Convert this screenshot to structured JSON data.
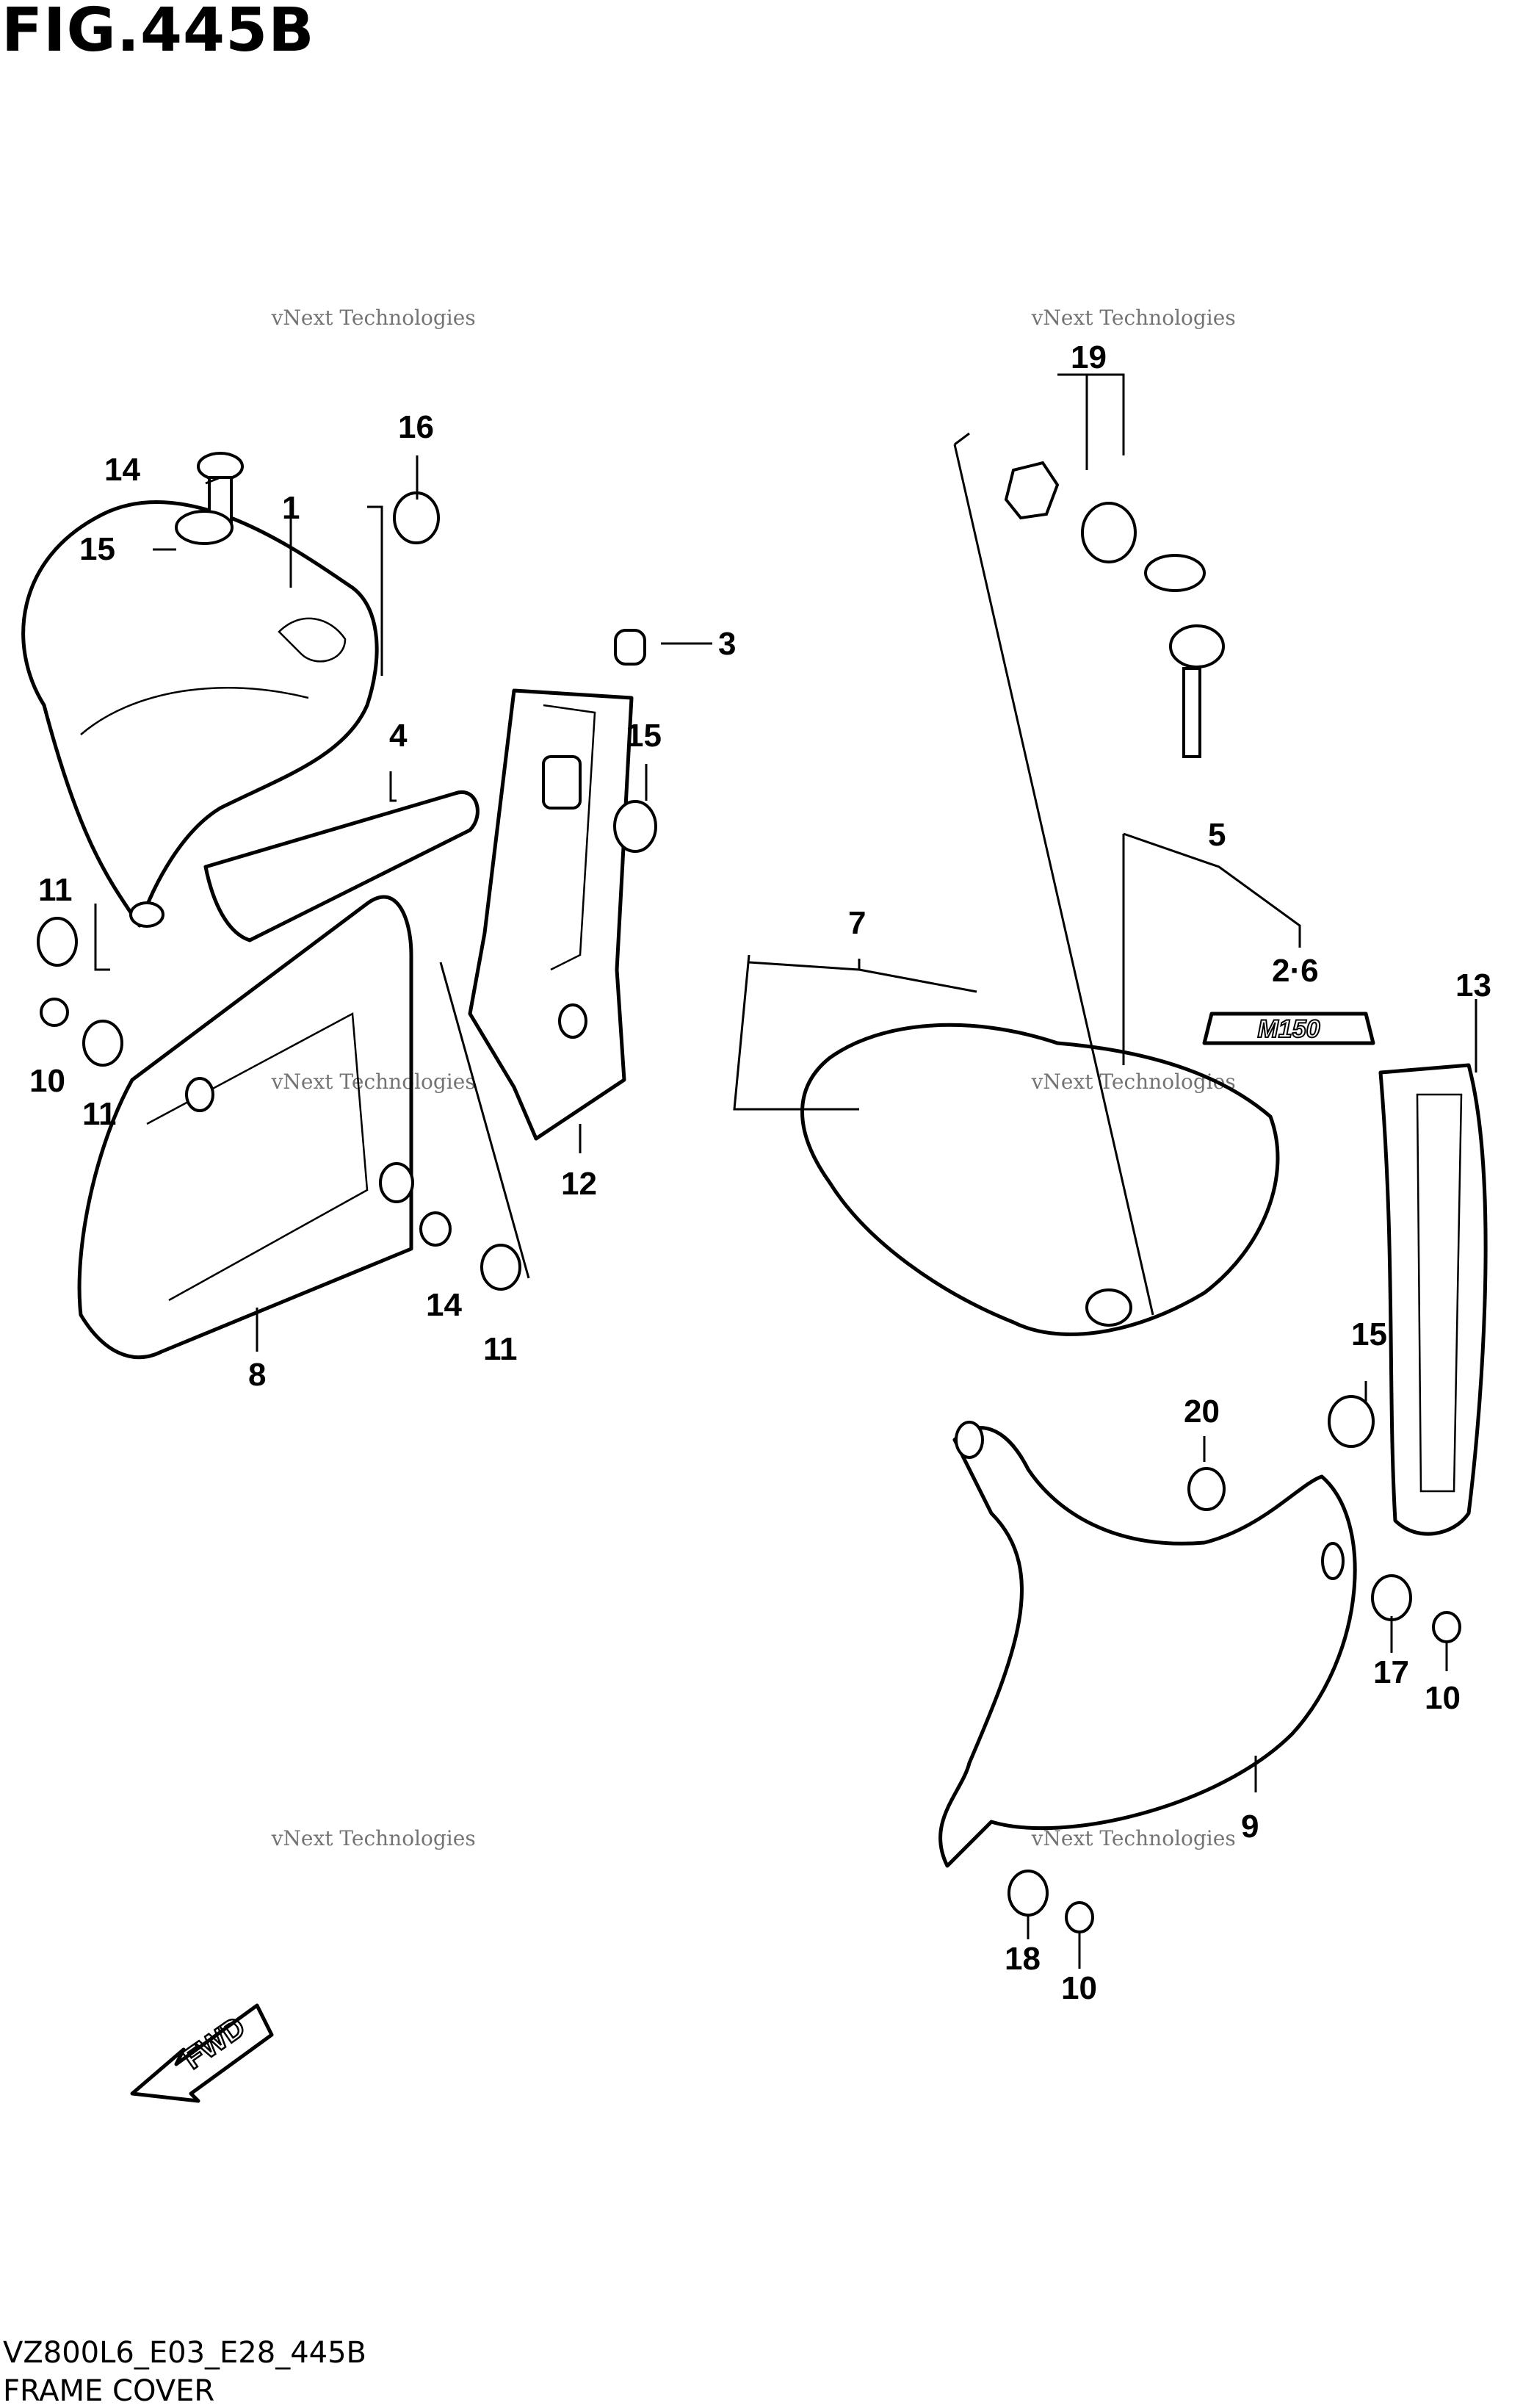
{
  "figure": {
    "title": "FIG.445B",
    "model_code": "VZ800L6_E03_E28_445B",
    "caption": "FRAME COVER"
  },
  "watermark": {
    "line1": "vNext Technologies",
    "line2": "vNext Technologies"
  },
  "direction_arrow": {
    "label": "FWD"
  },
  "callouts": {
    "c1": "1",
    "c2_6": "2·6",
    "c3": "3",
    "c4": "4",
    "c5": "5",
    "c7": "7",
    "c8": "8",
    "c9": "9",
    "c10a": "10",
    "c10b": "10",
    "c10c": "10",
    "c11a": "11",
    "c11b": "11",
    "c11c": "11",
    "c12": "12",
    "c13": "13",
    "c14a": "14",
    "c14b": "14",
    "c15a": "15",
    "c15b": "15",
    "c15c": "15",
    "c16": "16",
    "c17": "17",
    "c18": "18",
    "c19": "19",
    "c20": "20"
  },
  "emblem": {
    "text": "M150"
  }
}
